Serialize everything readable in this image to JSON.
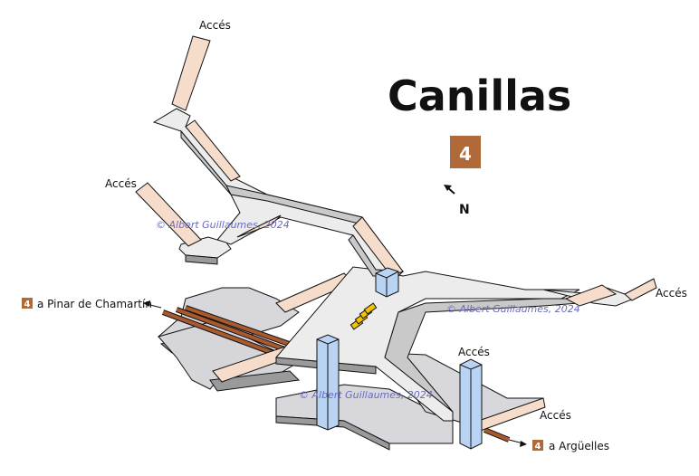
{
  "station": {
    "name": "Canillas",
    "line_badge": "4",
    "line_color": "#b06a3a"
  },
  "compass": {
    "label": "N"
  },
  "access_labels": [
    {
      "id": "top",
      "text": "Accés"
    },
    {
      "id": "left",
      "text": "Accés"
    },
    {
      "id": "right",
      "text": "Accés"
    },
    {
      "id": "elevator",
      "text": "Accés"
    },
    {
      "id": "bottom-right",
      "text": "Accés"
    }
  ],
  "directions": [
    {
      "id": "west",
      "line": "4",
      "text": "a Pinar de Chamartín"
    },
    {
      "id": "east",
      "line": "4",
      "text": "a Argüelles"
    }
  ],
  "watermarks": [
    "© Albert Guillaumes, 2024",
    "© Albert Guillaumes, 2024",
    "© Albert Guillaumes, 2024"
  ],
  "colors": {
    "floor": "#ececec",
    "side": "#9a9a9a",
    "corridor_side": "#c9c9c9",
    "ramp": "#f5dccb",
    "elevator": "#b9d3f2",
    "turnstiles": "#f2c300",
    "track": "#a85a2e"
  }
}
